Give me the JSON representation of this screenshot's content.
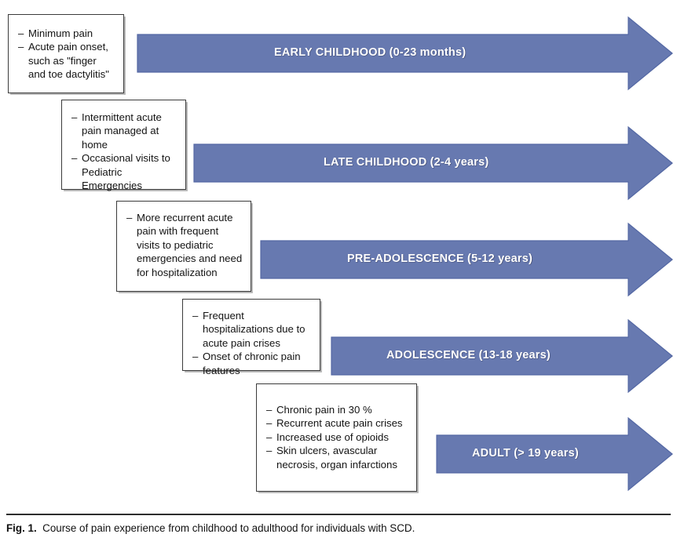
{
  "figure": {
    "colors": {
      "arrow_fill": "#6779B0",
      "arrow_stroke": "#5468A4",
      "box_border": "#3b3b3b",
      "box_background": "#ffffff",
      "text": "#131313",
      "label_text": "#ffffff"
    },
    "caption": {
      "label": "Fig. 1.",
      "text": "Course of pain experience from childhood to adulthood for individuals with SCD."
    },
    "stages": [
      {
        "id": "early-childhood",
        "arrow_label": "EARLY CHILDHOOD (0-23 months)",
        "bullets": [
          "Minimum pain",
          "Acute pain onset, such as \"finger and toe dactylitis\""
        ]
      },
      {
        "id": "late-childhood",
        "arrow_label": "LATE CHILDHOOD (2-4 years)",
        "bullets": [
          "Intermittent acute pain managed at home",
          "Occasional visits to Pediatric Emergencies"
        ]
      },
      {
        "id": "pre-adolescence",
        "arrow_label": "PRE-ADOLESCENCE (5-12 years)",
        "bullets": [
          "More recurrent acute pain with frequent visits to pediatric emergencies and need for hospitalization"
        ]
      },
      {
        "id": "adolescence",
        "arrow_label": "ADOLESCENCE (13-18 years)",
        "bullets": [
          "Frequent hospitalizations due to acute pain crises",
          "Onset of chronic pain features"
        ]
      },
      {
        "id": "adult",
        "arrow_label": "ADULT (> 19 years)",
        "bullets": [
          "Chronic pain in 30 %",
          "Recurrent acute pain crises",
          "Increased use of opioids",
          "Skin ulcers, avascular necrosis, organ infarctions"
        ]
      }
    ]
  }
}
